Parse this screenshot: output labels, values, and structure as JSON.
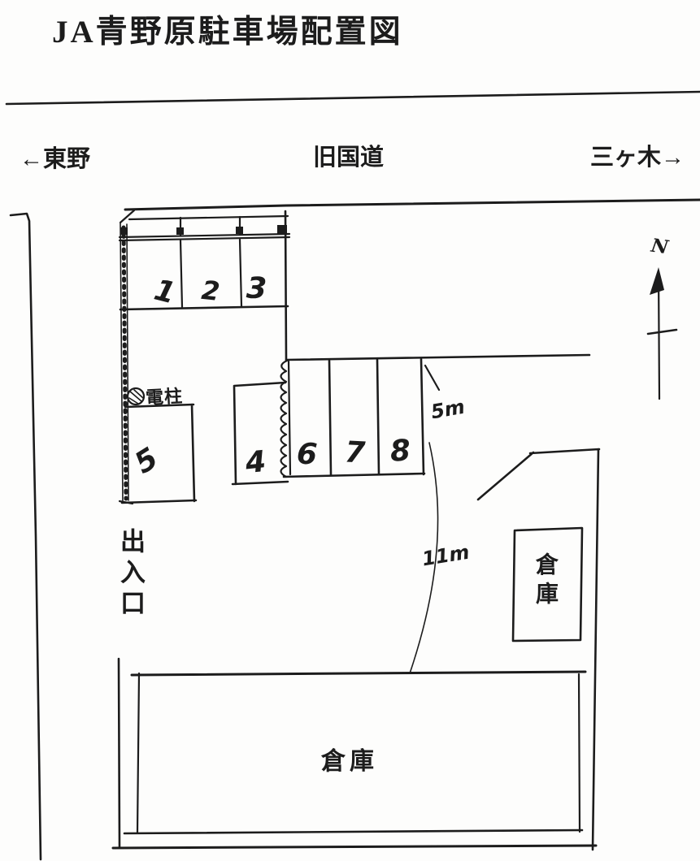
{
  "title": "JA青野原駐車場配置図",
  "road": {
    "west_destination": "←東野",
    "name": "旧国道",
    "east_destination": "三ヶ木→"
  },
  "compass": {
    "north": "N"
  },
  "parking_spaces": [
    {
      "number": "1"
    },
    {
      "number": "2"
    },
    {
      "number": "3"
    },
    {
      "number": "4"
    },
    {
      "number": "5"
    },
    {
      "number": "6"
    },
    {
      "number": "7"
    },
    {
      "number": "8"
    }
  ],
  "labels": {
    "utility_pole": "電柱",
    "entrance": "出入口",
    "warehouse_small": "倉庫",
    "warehouse_large": "倉庫",
    "dimension_gate": "5m",
    "dimension_driveway": "11m"
  },
  "colors": {
    "ink": "#1c1c1c",
    "paper": "#fdfdfc"
  }
}
